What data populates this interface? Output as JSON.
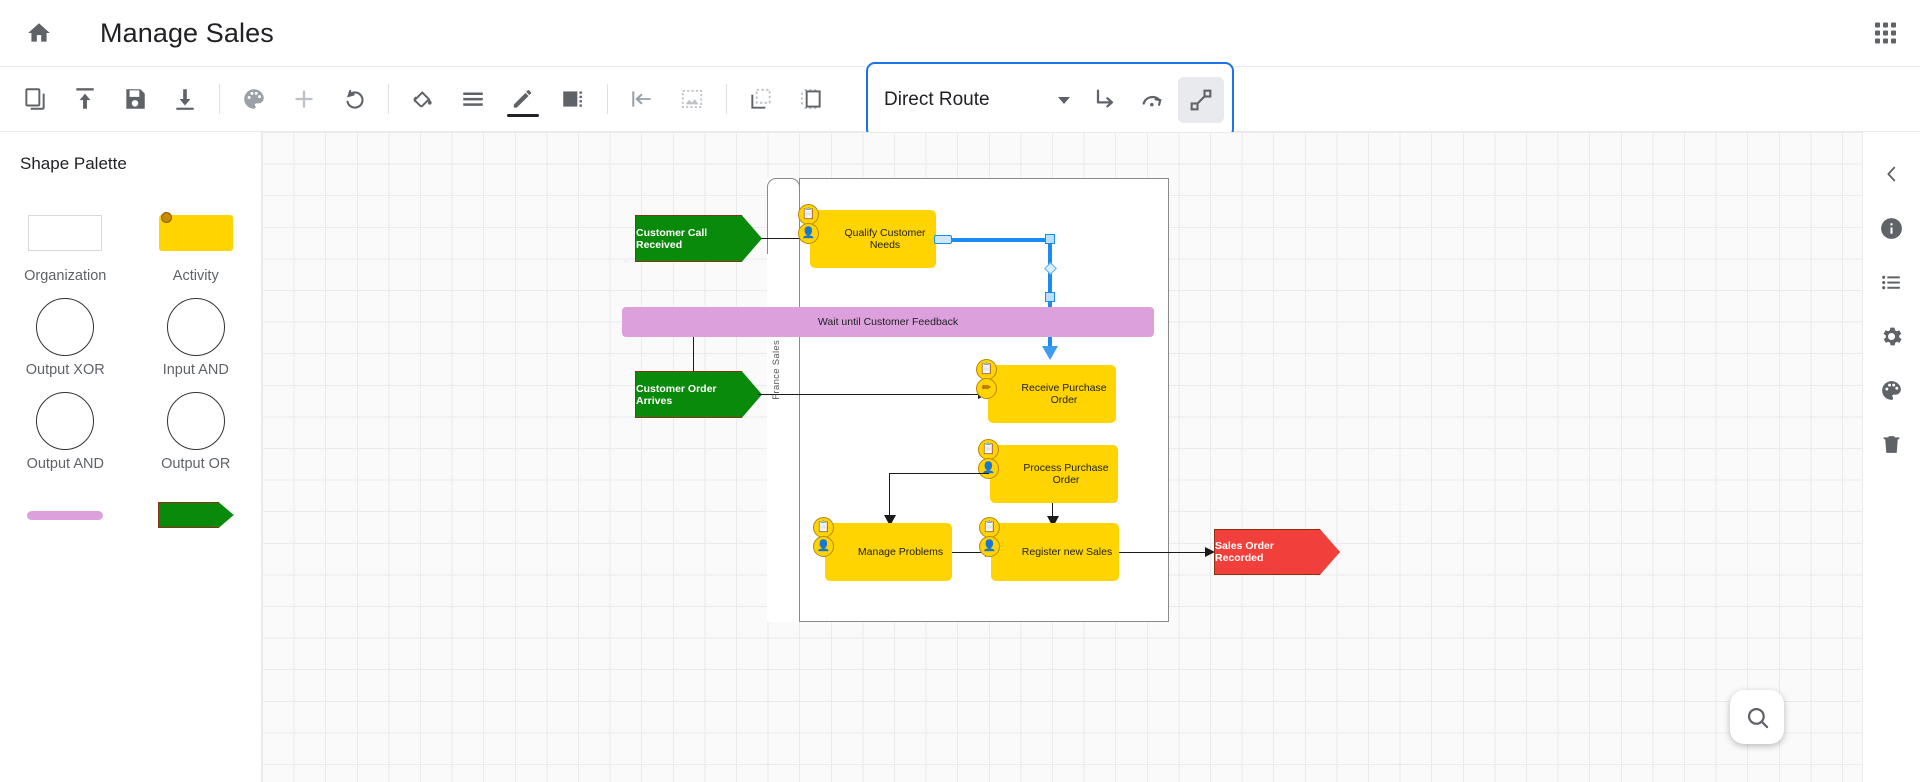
{
  "header": {
    "home_icon": "home-icon",
    "title": "Manage Sales",
    "apps_icon": "apps-grid-icon"
  },
  "toolbar": {
    "buttons": [
      {
        "name": "copy-icon",
        "label": "Copy"
      },
      {
        "name": "upload-icon",
        "label": "Upload"
      },
      {
        "name": "save-icon",
        "label": "Save"
      },
      {
        "name": "download-icon",
        "label": "Download"
      },
      {
        "name": "palette-icon",
        "label": "Theme"
      },
      {
        "name": "add-icon",
        "label": "Add"
      },
      {
        "name": "undo-icon",
        "label": "Undo"
      },
      {
        "name": "fill-color-icon",
        "label": "Fill Color"
      },
      {
        "name": "line-style-icon",
        "label": "Line Style"
      },
      {
        "name": "pen-icon",
        "label": "Pen"
      },
      {
        "name": "shadow-icon",
        "label": "Shadow"
      },
      {
        "name": "align-left-icon",
        "label": "Align Left"
      },
      {
        "name": "image-icon",
        "label": "Image"
      },
      {
        "name": "send-backward-icon",
        "label": "Send Backward"
      },
      {
        "name": "bring-forward-icon",
        "label": "Bring Forward"
      }
    ],
    "route": {
      "selected": "Direct Route",
      "options": [
        "Direct Route",
        "Orthogonal Route",
        "Curved Route"
      ],
      "mode_buttons": [
        {
          "name": "orthogonal-route-icon",
          "label": "Orthogonal Route",
          "active": false
        },
        {
          "name": "curved-route-icon",
          "label": "Curved Route",
          "active": false
        },
        {
          "name": "direct-route-icon",
          "label": "Direct Route",
          "active": true
        }
      ],
      "accent_color": "#1a73e8"
    }
  },
  "palette": {
    "title": "Shape Palette",
    "items": [
      {
        "label": "Organization",
        "shape": "rectangle-outline"
      },
      {
        "label": "Activity",
        "shape": "yellow-activity"
      },
      {
        "label": "Output XOR",
        "shape": "circle"
      },
      {
        "label": "Input AND",
        "shape": "circle"
      },
      {
        "label": "Output AND",
        "shape": "circle"
      },
      {
        "label": "Output OR",
        "shape": "circle"
      },
      {
        "label": "",
        "shape": "pink-bar"
      },
      {
        "label": "",
        "shape": "green-arrow"
      }
    ]
  },
  "canvas": {
    "lane_label": "France Sales",
    "nodes": [
      {
        "id": "n1",
        "type": "event",
        "label": "Customer Call Received",
        "color": "#0a8a0a"
      },
      {
        "id": "n2",
        "type": "activity",
        "label": "Qualify Customer Needs",
        "color": "#FFD400"
      },
      {
        "id": "n3",
        "type": "wait",
        "label": "Wait until Customer Feedback",
        "color": "#dca0dc"
      },
      {
        "id": "n4",
        "type": "event",
        "label": "Customer Order Arrives",
        "color": "#0a8a0a"
      },
      {
        "id": "n5",
        "type": "activity",
        "label": "Receive Purchase Order",
        "color": "#FFD400"
      },
      {
        "id": "n6",
        "type": "activity",
        "label": "Process Purchase Order",
        "color": "#FFD400"
      },
      {
        "id": "n7",
        "type": "activity",
        "label": "Manage Problems",
        "color": "#FFD400"
      },
      {
        "id": "n8",
        "type": "activity",
        "label": "Register new Sales",
        "color": "#FFD400"
      },
      {
        "id": "n9",
        "type": "event",
        "label": "Sales Order Recorded",
        "color": "#f1403c"
      }
    ],
    "selected_connector": {
      "from": "n2",
      "to": "n5",
      "color": "#1a8cf0"
    }
  },
  "rail": {
    "items": [
      {
        "name": "collapse-chevron-icon",
        "label": "Collapse"
      },
      {
        "name": "info-icon",
        "label": "Info"
      },
      {
        "name": "list-icon",
        "label": "Outline"
      },
      {
        "name": "settings-gear-icon",
        "label": "Settings"
      },
      {
        "name": "palette-icon",
        "label": "Theme"
      },
      {
        "name": "trash-icon",
        "label": "Delete"
      }
    ],
    "zoom_fab": {
      "name": "search-zoom-icon",
      "label": "Zoom"
    }
  }
}
